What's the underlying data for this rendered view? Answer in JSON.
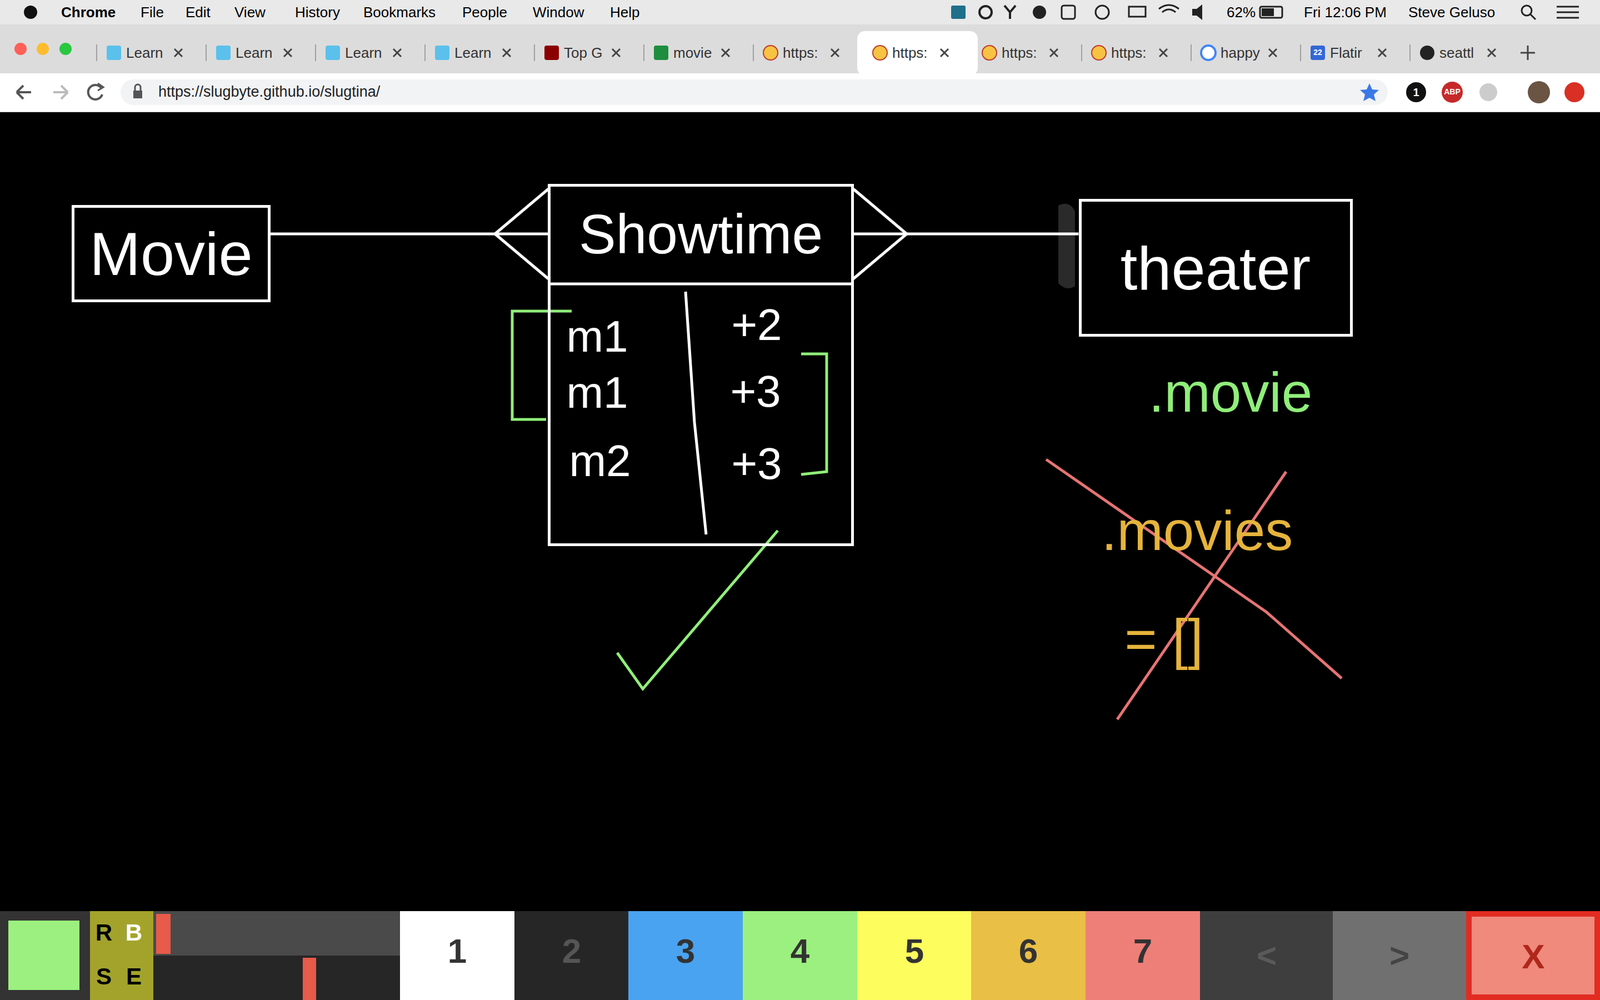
{
  "diagram": {
    "nodes": [
      {
        "text": [
          "Movie"
        ]
      },
      {
        "text": [
          "Showtime"
        ]
      },
      {
        "text": [
          "theater"
        ]
      }
    ],
    "edges": [
      {
        "from": 0,
        "to": 1,
        "arrow": "to"
      },
      {
        "from": 2,
        "to": 1,
        "arrow": "to"
      }
    ],
    "labels": [
      "Chrome",
      "File",
      "Edit",
      "View",
      "History",
      "Bookmarks",
      "People",
      "Window",
      "Help",
      "62%",
      "Fri 12:06 PM",
      "Steve Geluso",
      "Learn",
      "Learn",
      "Learn",
      "Learn",
      "Top G",
      "movie",
      "https:",
      "https:",
      "https:",
      "https:",
      "happy",
      "22",
      "Flatir",
      "seattl",
      "https://slugbyte.github.io/slugtina/",
      "1",
      "ABP",
      "m1",
      "+2",
      "m1",
      "+3",
      "m2",
      "+3",
      ".movie",
      ".movies",
      "= []",
      "R",
      "B",
      "S",
      "E",
      "1",
      "2",
      "3",
      "4",
      "5",
      "6",
      "7",
      "<",
      ">",
      "X"
    ]
  }
}
